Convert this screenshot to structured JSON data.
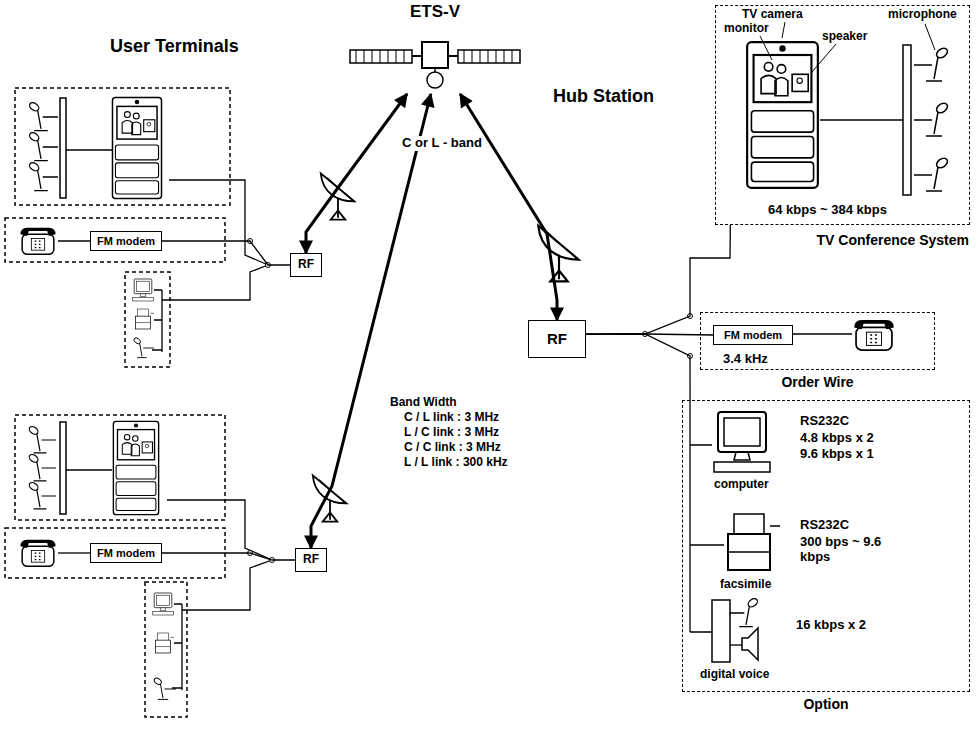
{
  "diagram": {
    "nodes": [
      {
        "text": [
          "ETS-V"
        ]
      },
      {
        "text": [
          "RF"
        ]
      },
      {
        "text": [
          "FM modem"
        ]
      },
      {
        "text": [
          "RF"
        ]
      },
      {
        "text": [
          "FM modem"
        ]
      },
      {
        "text": [
          "RF"
        ]
      },
      {
        "text": [
          "64 kbps ~ 384 kbps",
          "TV Conference System"
        ]
      },
      {
        "text": [
          "3.4 kHz",
          "Order Wire"
        ]
      },
      {
        "text": [
          "FM modem"
        ],
        "in": 7
      },
      {
        "text": [
          "Option"
        ]
      }
    ],
    "edges": [
      {
        "from": 0,
        "to": 1,
        "arrow": "both"
      },
      {
        "from": 0,
        "to": 3,
        "arrow": "both"
      },
      {
        "from": 0,
        "to": 5,
        "arrow": "both"
      },
      {
        "from": 2,
        "to": 1,
        "arrow": "none"
      },
      {
        "from": 4,
        "to": 3,
        "arrow": "none"
      },
      {
        "from": 5,
        "to": 6,
        "arrow": "none"
      },
      {
        "from": 5,
        "to": 8,
        "arrow": "none"
      },
      {
        "from": 5,
        "to": 9,
        "arrow": "none"
      }
    ],
    "labels": [
      "User Terminals",
      "Hub Station",
      "C or L - band",
      "Band Width",
      "C / L link : 3 MHz",
      "L / C link : 3 MHz",
      "C / C link : 3 MHz",
      "L / L link : 300 kHz",
      "TV camera",
      "monitor",
      "speaker",
      "microphone",
      "computer",
      "RS232C",
      "4.8 kbps x 2",
      "9.6 kbps x 1",
      "facsimile",
      "RS232C",
      "300 bps ~ 9.6 kbps",
      "16 kbps x 2",
      "digital voice"
    ]
  }
}
